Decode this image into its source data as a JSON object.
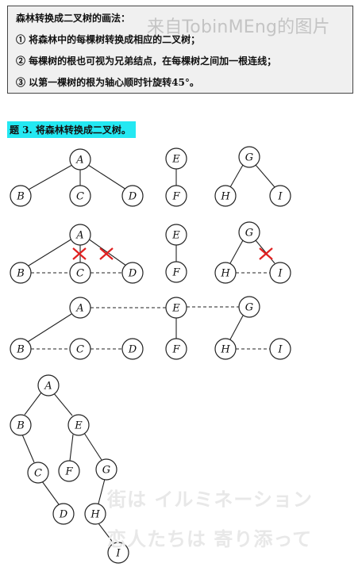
{
  "notes": {
    "title": "森林转换成二叉树的画法：",
    "step1": "① 将森林中的每棵树转换成相应的二叉树；",
    "step2": "② 每棵树的根也可视为兄弟结点，在每棵树之间加一根连线；",
    "step3": "③ 以第一棵树的根为轴心顺时针旋转45°。"
  },
  "watermark": "来自TobinMEng的图片",
  "heading": "题 3. 将森林转换成二叉树。",
  "node_labels": [
    "A",
    "B",
    "C",
    "D",
    "E",
    "F",
    "G",
    "H",
    "I"
  ],
  "colors": {
    "highlight": "#24e8f2",
    "cross": "#e02020"
  },
  "overlay_text": {
    "line1": "街は イルミネーション",
    "line2": "恋人たちは 寄り添って"
  }
}
